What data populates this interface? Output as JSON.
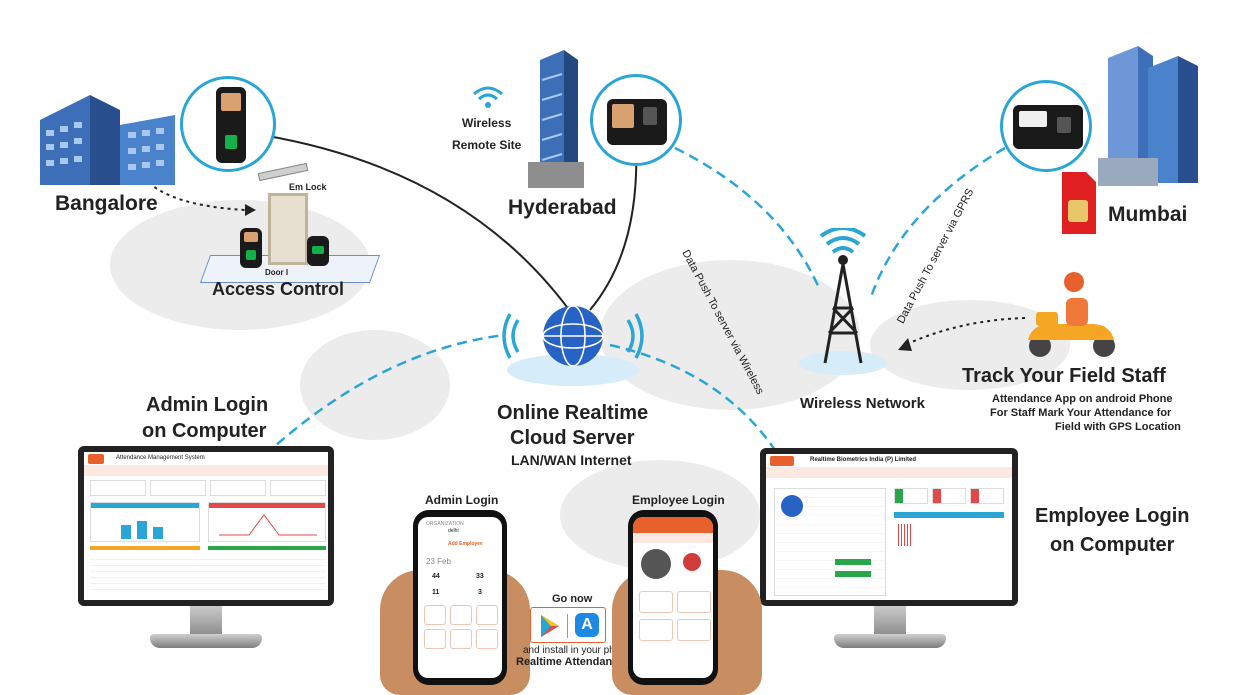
{
  "locations": {
    "bangalore": "Bangalore",
    "hyderabad": "Hyderabad",
    "mumbai": "Mumbai",
    "wireless_remote_site_line1": "Wireless",
    "wireless_remote_site_line2": "Remote Site"
  },
  "access_control": {
    "title": "Access Control",
    "em_lock": "Em Lock",
    "door": "Door I"
  },
  "links": {
    "wireless_push": "Data Push To server via Wireless",
    "gprs_push": "Data Push To server via GPRS"
  },
  "cloud": {
    "line1": "Online Realtime",
    "line2": "Cloud Server",
    "line3": "LAN/WAN Internet"
  },
  "wireless_network": "Wireless Network",
  "field_staff": {
    "title": "Track Your Field Staff",
    "desc_line1": "Attendance App on android Phone",
    "desc_line2": "For Staff Mark Your Attendance for",
    "desc_line3": "Field with GPS Location"
  },
  "admin_login_computer": {
    "line1": "Admin Login",
    "line2": "on Computer"
  },
  "employee_login_computer": {
    "line1": "Employee Login",
    "line2": "on Computer"
  },
  "phones": {
    "admin_label": "Admin Login",
    "employee_label": "Employee Login"
  },
  "store": {
    "go_now": "Go now",
    "install_line": "and install in your phone",
    "app_name": "Realtime Attendance"
  },
  "admin_screen": {
    "app_title": "Attendance Management System"
  },
  "employee_screen": {
    "company": "Realtime Biometrics India (P) Limited"
  },
  "admin_phone_screen": {
    "org_label": "ORGANIZATION",
    "org_name": "delhi",
    "add_employee": "Add Employee",
    "date": "23 Feb",
    "stat1": "44",
    "stat2": "33",
    "stat3": "11",
    "stat4": "3"
  },
  "colors": {
    "accent_blue": "#2aa6d6",
    "brand_orange": "#e8612c",
    "dark_text": "#222222"
  },
  "icons": [
    "wifi-icon",
    "cell-tower-icon",
    "cloud-globe-icon",
    "play-store-icon",
    "app-store-icon",
    "sim-card-icon",
    "scooter-rider-icon"
  ]
}
